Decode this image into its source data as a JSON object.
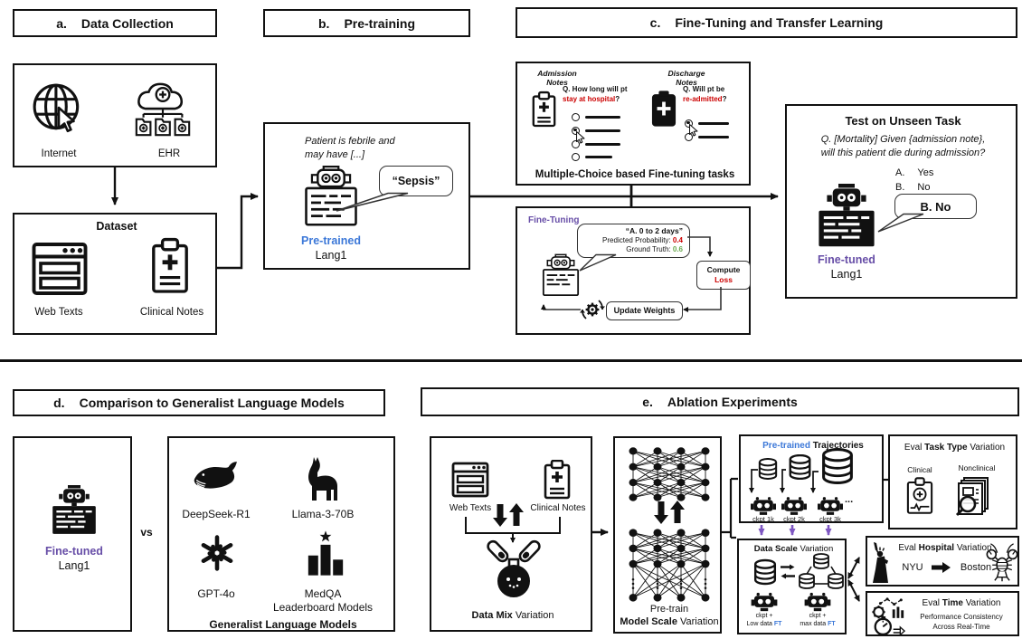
{
  "colors": {
    "accent_blue": "#3C78D8",
    "accent_purple": "#674EA7",
    "arrow_purple": "#7E57C2",
    "neg_red": "#CC0000",
    "pos_green": "#6AA84F",
    "ink": "#111111"
  },
  "panel_a": {
    "letter": "a.",
    "title": "Data Collection",
    "internet": "Internet",
    "ehr": "EHR",
    "dataset_title": "Dataset",
    "web_texts": "Web Texts",
    "clinical_notes": "Clinical Notes"
  },
  "panel_b": {
    "letter": "b.",
    "title": "Pre-training",
    "prompt_line1": "Patient is febrile and",
    "prompt_line2": "may have [...]",
    "bubble": "“Sepsis”",
    "state": "Pre-trained",
    "model": "Lang1"
  },
  "panel_c": {
    "letter": "c.",
    "title": "Fine-Tuning and Transfer Learning",
    "mc": {
      "admission_l1": "Admission",
      "admission_l2": "Notes",
      "q1": "Q. How long will pt",
      "q1_red": "stay at hospital",
      "q1_tail": "?",
      "discharge_l1": "Discharge",
      "discharge_l2": "Notes",
      "q2": "Q. Will pt be",
      "q2_red": "re-admitted",
      "q2_tail": "?",
      "caption": "Multiple-Choice based Fine-tuning tasks"
    },
    "ft": {
      "title": "Fine-Tuning",
      "answer": "“A. 0 to 2 days”",
      "pred_label": "Predicted Probability: ",
      "pred_value": "0.4",
      "truth_label": "Ground Truth: ",
      "truth_value": "0.6",
      "compute": "Compute",
      "loss": "Loss",
      "update_weights": "Update Weights"
    },
    "test": {
      "title": "Test on Unseen Task",
      "q1": "Q. [Mortality] Given {admission note},",
      "q2": "will this patient die during admission?",
      "opt_a": "A.",
      "opt_a_val": "Yes",
      "opt_b": "B.",
      "opt_b_val": "No",
      "bubble": "B. No",
      "state": "Fine-tuned",
      "model": "Lang1"
    }
  },
  "panel_d": {
    "letter": "d.",
    "title": "Comparison to Generalist Language Models",
    "state": "Fine-tuned",
    "model": "Lang1",
    "vs": "vs",
    "deepseek": "DeepSeek-R1",
    "llama": "Llama-3-70B",
    "gpt": "GPT-4o",
    "medqa_l1": "MedQA",
    "medqa_l2": "Leaderboard Models",
    "caption": "Generalist Language Models"
  },
  "panel_e": {
    "letter": "e.",
    "title": "Ablation Experiments",
    "data_mix": {
      "web_texts": "Web Texts",
      "clinical_notes": "Clinical Notes",
      "caption_bold": "Data Mix",
      "caption_rest": " Variation"
    },
    "model_scale": {
      "line1": "Pre-train",
      "caption_bold": "Model Scale",
      "caption_rest": " Variation"
    },
    "trajectories": {
      "title_blue": "Pre-trained",
      "title_rest": " Trajectories",
      "ckpt1": "ckpt 1k",
      "ckpt2": "ckpt 2k",
      "ckpt3": "ckpt 3k",
      "dots": "..."
    },
    "task_type": {
      "pre": "Eval ",
      "bold": "Task Type",
      "post": " Variation",
      "clinical": "Clinical",
      "nonclinical": "Nonclinical"
    },
    "data_scale": {
      "bold": "Data Scale",
      "rest": " Variation",
      "ckpt1_l1": "ckpt +",
      "ckpt1_l2": "Low data ",
      "ckpt1_ft": "FT",
      "ckpt2_l1": "ckpt +",
      "ckpt2_l2": "max data ",
      "ckpt2_ft": "FT"
    },
    "hospital": {
      "pre": "Eval ",
      "bold": "Hospital",
      "post": " Variation",
      "from": "NYU",
      "to": "Boston"
    },
    "time": {
      "pre": "Eval ",
      "bold": "Time",
      "post": " Variation",
      "sub1": "Performance Consistency",
      "sub2": "Across Real-Time"
    }
  }
}
